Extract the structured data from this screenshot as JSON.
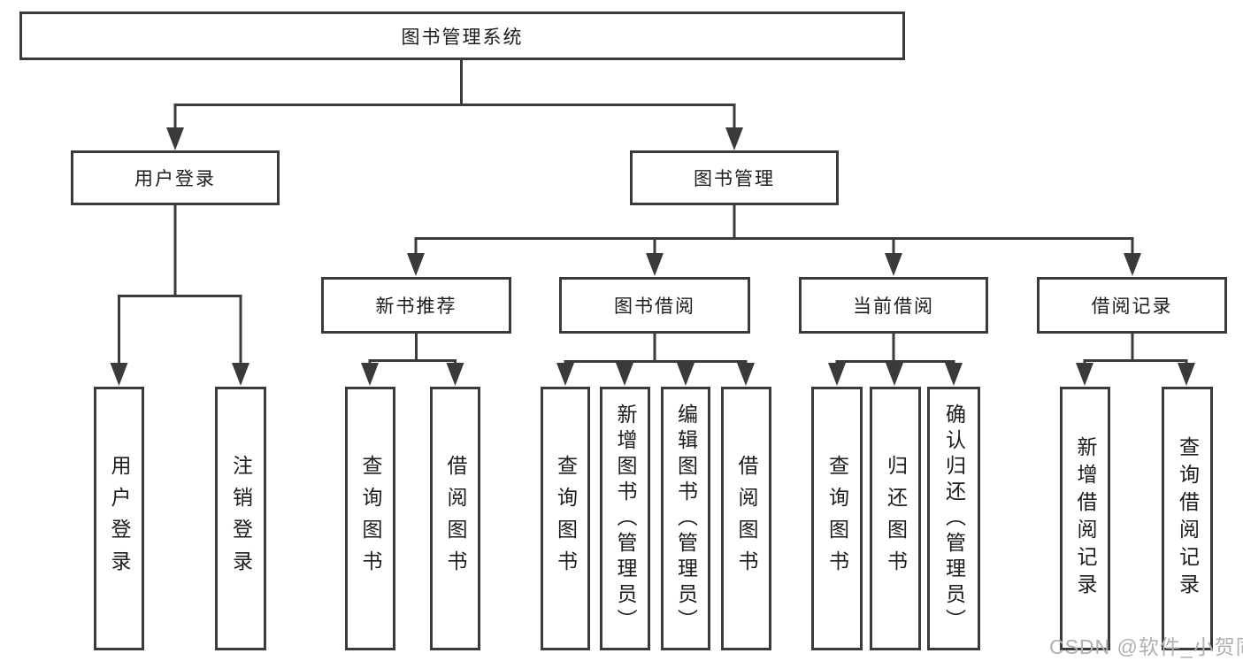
{
  "diagram": {
    "nodes": {
      "root": "图书管理系统",
      "user_login": "用户登录",
      "book_mgmt": "图书管理",
      "new_books": "新书推荐",
      "book_borrow": "图书借阅",
      "current_borrow": "当前借阅",
      "borrow_records": "借阅记录",
      "login": "用户登录",
      "logout": "注销登录",
      "nb_query": "查询图书",
      "nb_borrow": "借阅图书",
      "bb_query": "查询图书",
      "bb_add": "新增图书（管理员）",
      "bb_edit": "编辑图书（管理员）",
      "bb_borrow": "借阅图书",
      "cb_query": "查询图书",
      "cb_return": "归还图书",
      "cb_confirm": "确认归还（管理员）",
      "br_add": "新增借阅记录",
      "br_query": "查询借阅记录"
    },
    "watermark": "CSDN @软件_小贺同学"
  },
  "colors": {
    "line": "#3a3a3a",
    "text": "#1c1c1c",
    "watermark": "#b0b0b0",
    "background": "#ffffff"
  }
}
